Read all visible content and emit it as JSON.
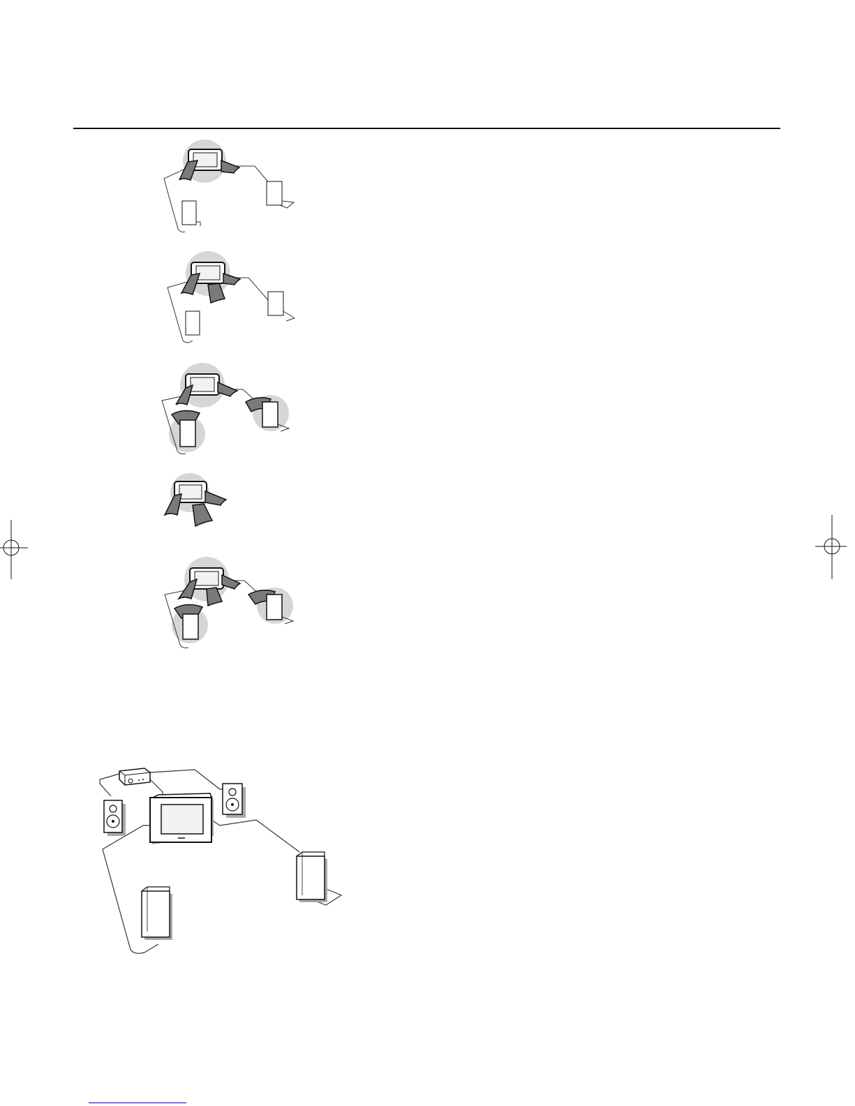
{
  "page": {
    "figure_count": 6,
    "text_content": ""
  },
  "colors": {
    "rule": "#111111",
    "line": "#333333",
    "cone": "#7a7a7a",
    "halo": "#d6d6d6",
    "box": "#ffffff",
    "shadow": "#a9a9a9",
    "link": "#0000cc"
  },
  "figures": [
    {
      "name": "setup-front-speakers-only",
      "icons": [
        "tv-icon",
        "front-speaker-cone-left",
        "front-speaker-cone-right",
        "rear-speaker-left",
        "rear-speaker-right"
      ]
    },
    {
      "name": "setup-front-and-center",
      "icons": [
        "tv-icon",
        "front-speaker-cone-left",
        "center-speaker-cone",
        "front-speaker-cone-right",
        "rear-speaker-left",
        "rear-speaker-right"
      ]
    },
    {
      "name": "setup-front-and-rear",
      "icons": [
        "tv-icon",
        "front-speaker-cone-left",
        "front-speaker-cone-right",
        "rear-speaker-left-active",
        "rear-speaker-right-active"
      ]
    },
    {
      "name": "setup-tv-three-channel",
      "icons": [
        "tv-icon",
        "front-speaker-cone-left",
        "center-speaker-cone",
        "front-speaker-cone-right"
      ]
    },
    {
      "name": "setup-full-surround",
      "icons": [
        "tv-icon",
        "front-speaker-cone-left",
        "center-speaker-cone",
        "front-speaker-cone-right",
        "rear-speaker-left-active",
        "rear-speaker-right-active"
      ]
    },
    {
      "name": "system-connection-diagram",
      "icons": [
        "amplifier-icon",
        "front-hifi-speaker-left",
        "front-hifi-speaker-right",
        "tv-icon",
        "rear-speaker-left",
        "rear-speaker-right"
      ]
    }
  ]
}
